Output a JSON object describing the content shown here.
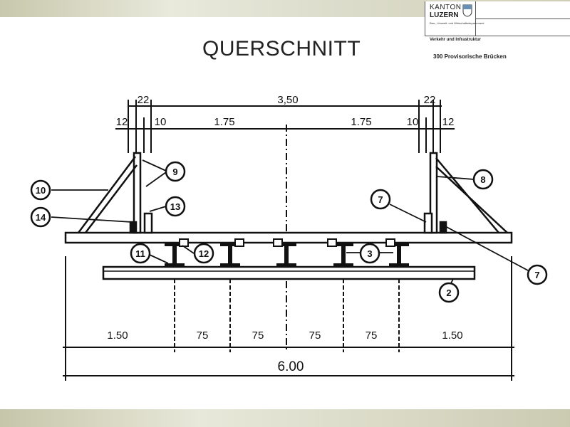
{
  "header": {
    "logo_kanton": "KANTON",
    "logo_luzern": "LUZERN",
    "logo_department": "Bau-, Umwelt- und Wirtschaftsdepartement",
    "sub_department": "Verkehr und Infrastruktur",
    "document_title": "300 Provisorische Brücken"
  },
  "title": "QUERSCHNITT",
  "colors": {
    "band": "#d8d8c4",
    "ink": "#111111"
  },
  "dimensions": {
    "top_overall": "3,50",
    "top_left_curb": "22",
    "top_right_curb": "22",
    "left_outer": "12",
    "left_inner": "10",
    "left_half": "1.75",
    "right_half": "1.75",
    "right_inner": "10",
    "right_outer": "12",
    "bottom_segments": [
      "1.50",
      "75",
      "75",
      "75",
      "75",
      "1.50"
    ],
    "bottom_overall": "6.00"
  },
  "callouts": [
    "10",
    "14",
    "9",
    "13",
    "11",
    "12",
    "3",
    "2",
    "7",
    "8",
    "7"
  ]
}
